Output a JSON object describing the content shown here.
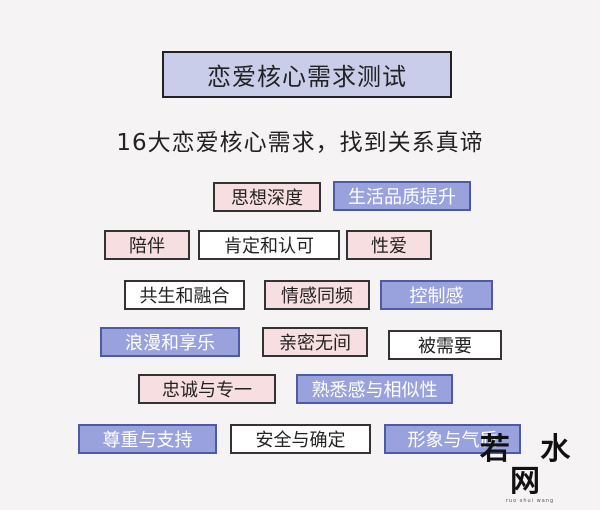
{
  "title": "恋爱核心需求测试",
  "subtitle": "16大恋爱核心需求，找到关系真谛",
  "tags": [
    {
      "label": "思想深度",
      "style": "pink"
    },
    {
      "label": "生活品质提升",
      "style": "blue"
    },
    {
      "label": "陪伴",
      "style": "pink"
    },
    {
      "label": "肯定和认可",
      "style": "white"
    },
    {
      "label": "性爱",
      "style": "pink"
    },
    {
      "label": "共生和融合",
      "style": "white"
    },
    {
      "label": "情感同频",
      "style": "pink"
    },
    {
      "label": "控制感",
      "style": "blue"
    },
    {
      "label": "浪漫和享乐",
      "style": "blue"
    },
    {
      "label": "亲密无间",
      "style": "pink"
    },
    {
      "label": "被需要",
      "style": "white"
    },
    {
      "label": "忠诚与专一",
      "style": "pink"
    },
    {
      "label": "熟悉感与相似性",
      "style": "blue"
    },
    {
      "label": "尊重与支持",
      "style": "blue"
    },
    {
      "label": "安全与确定",
      "style": "white"
    },
    {
      "label": "形象与气质",
      "style": "blue"
    }
  ],
  "colors": {
    "pink": "#f7dfe1",
    "blue": "#9aa2dd",
    "white": "#ffffff",
    "title_bg": "#c9cdea"
  },
  "watermark": {
    "main": "若 水 网",
    "sub": "ruo  shui  wang"
  }
}
